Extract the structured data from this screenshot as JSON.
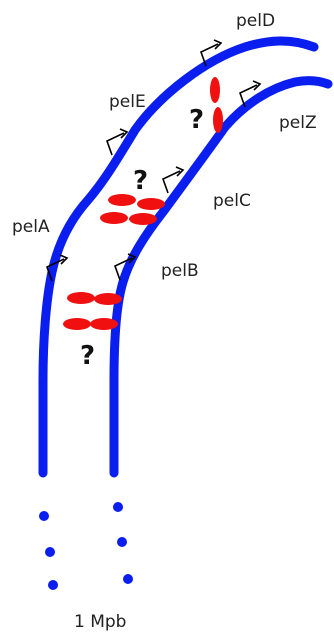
{
  "colors": {
    "dna_strand": "#0a1ef0",
    "interaction": "#f01010",
    "promoter": "#000000",
    "text": "#222222"
  },
  "icons": {
    "promoter": "bent-arrow-icon",
    "interaction": "red-bridge-icon",
    "continuation": "dot-icon"
  },
  "genes": {
    "pelD": "pelD",
    "pelE": "pelE",
    "pelZ": "pelZ",
    "pelC": "pelC",
    "pelA": "pelA",
    "pelB": "pelB"
  },
  "unknown_marks": {
    "q1": "?",
    "q2": "?",
    "q3": "?"
  },
  "scale_label": "1 Mpb"
}
